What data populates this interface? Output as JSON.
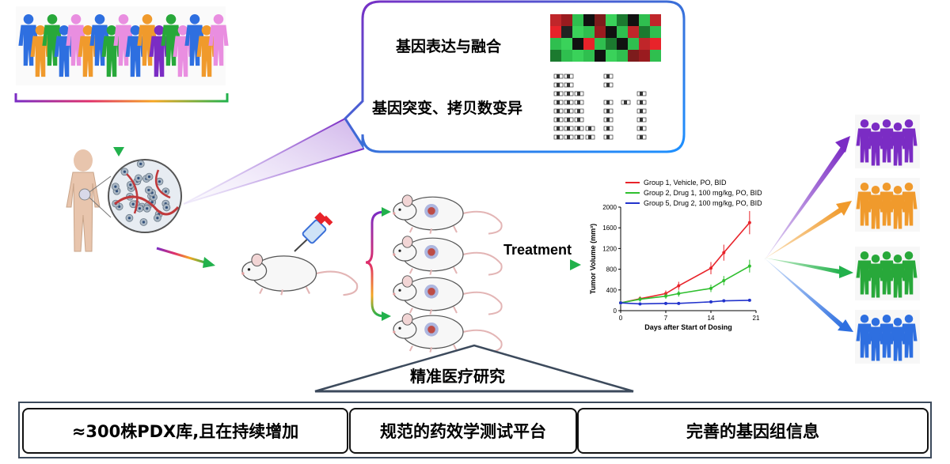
{
  "callout": {
    "line1": "基因表达与融合",
    "line2": "基因突变、拷贝数变异"
  },
  "treatment_label": "Treatment",
  "pyramid_label": "精准医疗研究",
  "features": [
    "≈300株PDX库,且在持续增加",
    "规范的药效学测试平台",
    "完善的基因组信息"
  ],
  "colors": {
    "group1": "#e8232a",
    "group2": "#2fbf2f",
    "group5": "#2233cc",
    "purple": "#7b2cc4",
    "orange": "#f09a2c",
    "green": "#28a83a",
    "blue": "#2e6fe0"
  },
  "icons": [
    "people-crowd-icon",
    "human-body-icon",
    "tissue-circle-icon",
    "mouse-icon",
    "syringe-icon",
    "tumor-icon",
    "brace-icon"
  ],
  "chart_data": {
    "type": "line",
    "xlabel": "Days after Start of Dosing",
    "ylabel": "Tumor Volume (mm³)",
    "xlim": [
      0,
      21
    ],
    "ylim": [
      0,
      2000
    ],
    "xticks": [
      0,
      7,
      14,
      21
    ],
    "yticks": [
      0,
      400,
      800,
      1200,
      1600,
      2000
    ],
    "legend_position": "top",
    "series": [
      {
        "name": "Group 1, Vehicle, PO, BID",
        "color": "#e8232a",
        "x": [
          0,
          3,
          7,
          9,
          14,
          16,
          20
        ],
        "y": [
          150,
          230,
          330,
          480,
          820,
          1120,
          1700
        ]
      },
      {
        "name": "Group 2, Drug 1, 100 mg/kg, PO, BID",
        "color": "#2fbf2f",
        "x": [
          0,
          3,
          7,
          9,
          14,
          16,
          20
        ],
        "y": [
          150,
          220,
          280,
          330,
          430,
          580,
          860
        ]
      },
      {
        "name": "Group 5, Drug 2, 100 mg/kg, PO, BID",
        "color": "#2233cc",
        "x": [
          0,
          3,
          7,
          9,
          14,
          16,
          20
        ],
        "y": [
          150,
          130,
          140,
          140,
          170,
          190,
          200
        ]
      }
    ]
  }
}
